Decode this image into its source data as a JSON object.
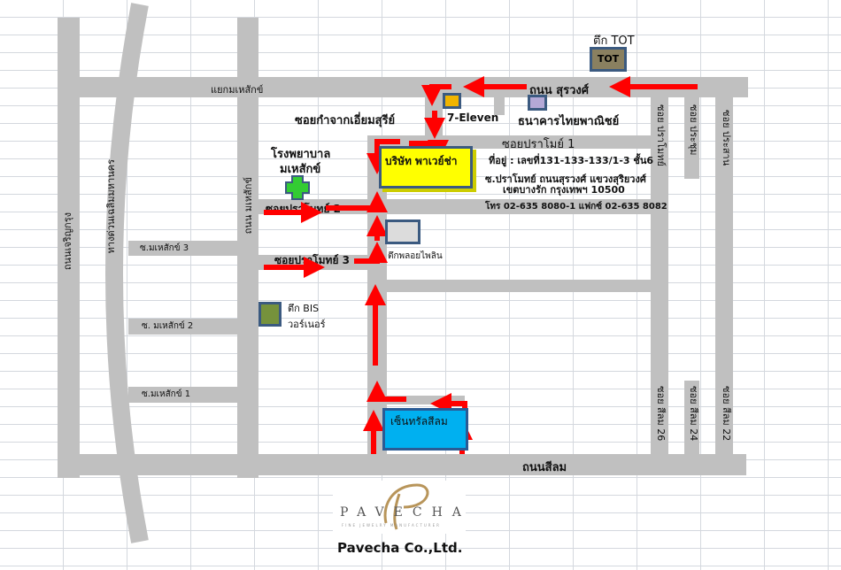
{
  "roads": {
    "surawong": "ถนน สุรวงศ์",
    "silom": "ถนนสีลม",
    "charoenkrung": "ถนนเจริญกรุง",
    "expressway": "ทางด่วนเฉลิมมหานคร",
    "mahesak": "ถนน มเหสักข์",
    "mahesak_junction": "แยกมเหสักข์",
    "soi_kamjak": "ซอยกำจากเอี่ยมสุรีย์",
    "soi_pramot1": "ซอยปราโมย์ 1",
    "soi_pramot2": "ซอยปราโมทย์",
    "soi_pramot2_num": "2",
    "soi_pramot3": "ซอยปราโมทย์ 3",
    "soi_pramot_v": "ซอย ปราโมทย์",
    "soi_prachum": "ซอย ประชุม",
    "soi_prasan": "ซอย ประสาน",
    "soi_silom26": "ซอย สีลม 26",
    "soi_silom24": "ซอย สีลม 24",
    "soi_silom22": "ซอย สีลม 22",
    "soi_mahesak3": "ซ.มเหสักข์ 3",
    "soi_mahesak2": "ซ. มเหสักข์ 2",
    "soi_mahesak1": "ซ.มเหสักข์ 1"
  },
  "landmarks": {
    "tot_title": "ตึก TOT",
    "tot": "TOT",
    "seven": "7-Eleven",
    "scb": "ธนาคารไทยพาณิชย์",
    "hospital_1": "โรงพยาบาล",
    "hospital_2": "มเหสักข์",
    "company": "บริษัท พาเวย์ช่า",
    "polyplin": "ตึกพลอยไพลิน",
    "bis_1": "ตึก BIS",
    "bis_2": "วอร์เนอร์",
    "central": "เซ็นทรัลสีลม"
  },
  "address": {
    "line1": "ที่อยู่ : เลขที่131-133-133/1-3 ชั้น6",
    "line2": "ซ.ปราโมทย์ ถนนสุรวงศ์ แขวงสุริยวงศ์",
    "line3": "เขตบางรัก กรุงเทพฯ 10500",
    "phone": "โทร 02-635 8080-1 แฟกซ์ 02-635 8082"
  },
  "logo": {
    "brand": "PAVECHA",
    "tagline": "FINE JEWELRY MANUFACTURER",
    "company": "Pavecha Co.,Ltd."
  },
  "colors": {
    "road": "#c0c0c0",
    "arrow": "#ff0000",
    "company": "#ffff00",
    "central": "#00b0f0"
  }
}
